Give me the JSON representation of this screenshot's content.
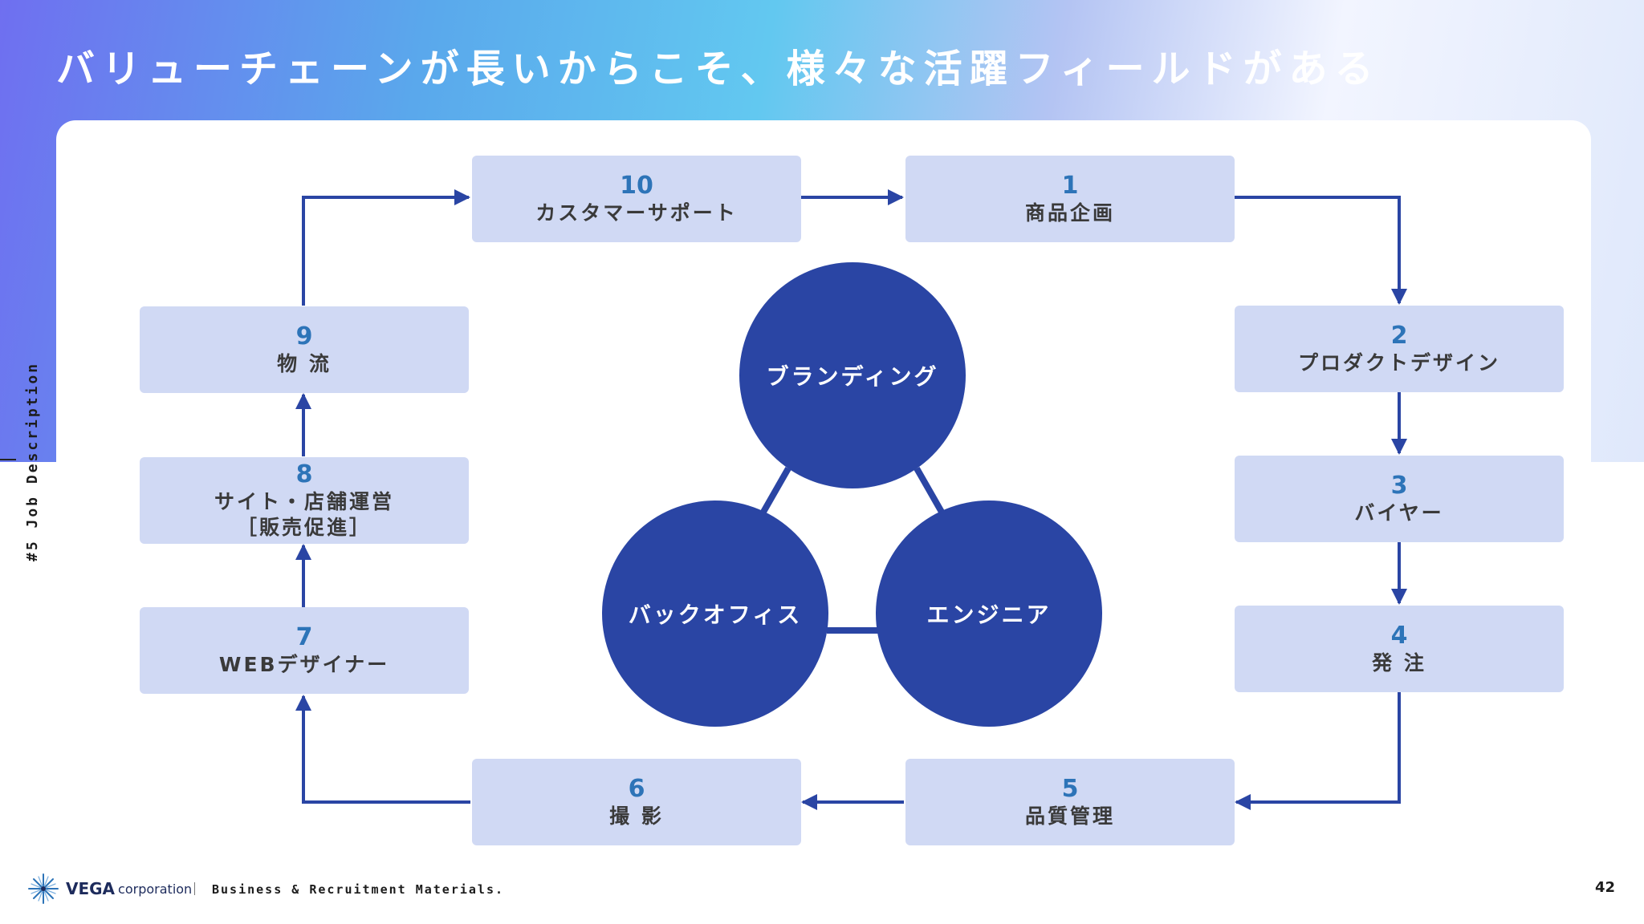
{
  "title": "バリューチェーンが長いからこそ、様々な活躍フィールドがある",
  "side_label": "#5 Job Description",
  "steps": [
    {
      "num": "1",
      "label": "商品企画"
    },
    {
      "num": "2",
      "label": "プロダクトデザイン"
    },
    {
      "num": "3",
      "label": "バイヤー"
    },
    {
      "num": "4",
      "label": "発 注"
    },
    {
      "num": "5",
      "label": "品質管理"
    },
    {
      "num": "6",
      "label": "撮 影"
    },
    {
      "num": "7",
      "label": "WEBデザイナー"
    },
    {
      "num": "8",
      "label": "サイト・店舗運営\n［販売促進］"
    },
    {
      "num": "9",
      "label": "物 流"
    },
    {
      "num": "10",
      "label": "カスタマーサポート"
    }
  ],
  "circles": {
    "branding": "ブランディング",
    "backoffice": "バックオフィス",
    "engineer": "エンジニア"
  },
  "colors": {
    "arrow": "#2a45a4",
    "step_bg": "#d0d9f4",
    "step_num": "#2d74b8",
    "circle": "#2a45a4"
  },
  "footer": {
    "brand": "VEGA",
    "brand_sub": "corporation",
    "tagline": "Business & Recruitment Materials.",
    "page": "42"
  }
}
